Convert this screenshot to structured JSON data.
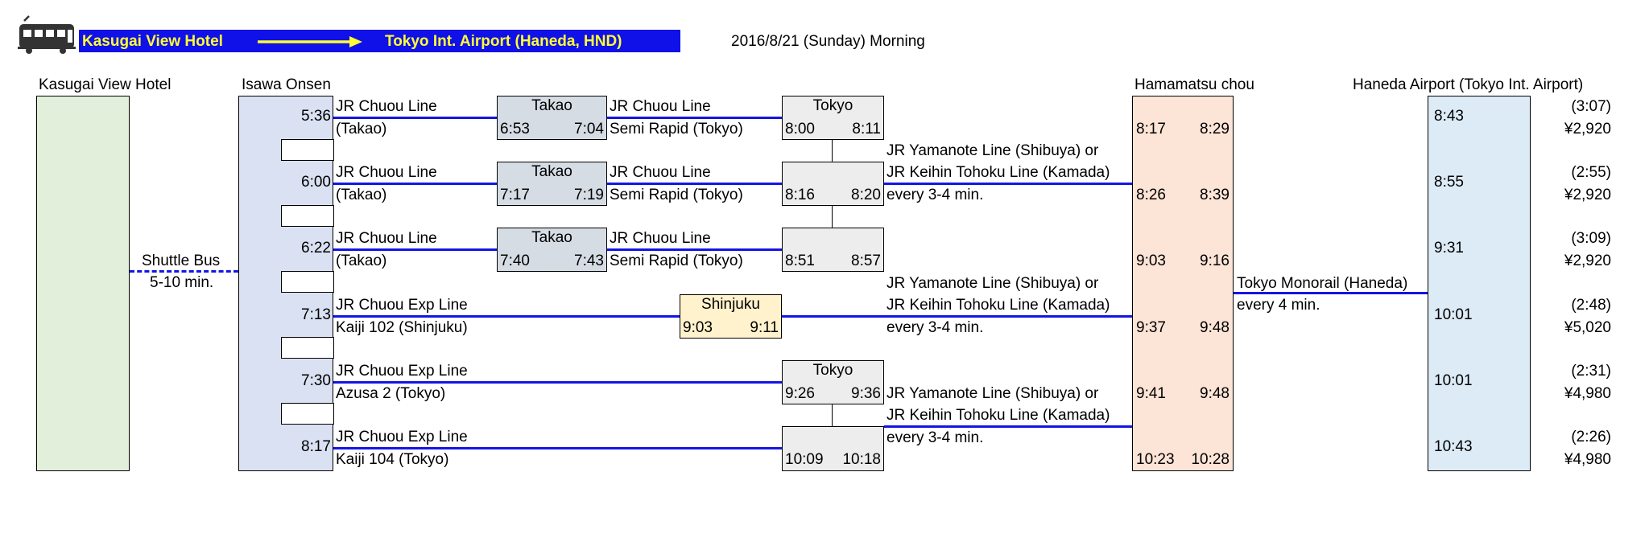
{
  "header": {
    "origin": "Kasugai View Hotel",
    "destination": "Tokyo Int. Airport (Haneda, HND)",
    "date": "2016/8/21 (Sunday) Morning"
  },
  "stations": {
    "hotel": "Kasugai View Hotel",
    "isawa": "Isawa Onsen",
    "hamamatsu": "Hamamatsu chou",
    "haneda": "Haneda Airport (Tokyo Int. Airport)"
  },
  "shuttle": {
    "label": "Shuttle Bus",
    "duration": "5-10 min."
  },
  "routes": [
    {
      "depart": "5:36",
      "leg1_line": "JR Chuou Line",
      "leg1_sub": "(Takao)",
      "transfer": "Takao",
      "transfer_arr": "6:53",
      "transfer_dep": "7:04",
      "leg2_line": "JR Chuou Line",
      "leg2_sub": "Semi Rapid (Tokyo)",
      "tokyo_arr": "8:00",
      "tokyo_dep": "8:11",
      "ham_arr": "8:17",
      "ham_dep": "8:29",
      "haneda_arr": "8:43",
      "duration": "(3:07)",
      "fare": "¥2,920"
    },
    {
      "depart": "6:00",
      "leg1_line": "JR Chuou Line",
      "leg1_sub": "(Takao)",
      "transfer": "Takao",
      "transfer_arr": "7:17",
      "transfer_dep": "7:19",
      "leg2_line": "JR Chuou Line",
      "leg2_sub": "Semi Rapid (Tokyo)",
      "tokyo_arr": "8:16",
      "tokyo_dep": "8:20",
      "ham_arr": "8:26",
      "ham_dep": "8:39",
      "haneda_arr": "8:55",
      "duration": "(2:55)",
      "fare": "¥2,920"
    },
    {
      "depart": "6:22",
      "leg1_line": "JR Chuou Line",
      "leg1_sub": "(Takao)",
      "transfer": "Takao",
      "transfer_arr": "7:40",
      "transfer_dep": "7:43",
      "leg2_line": "JR Chuou Line",
      "leg2_sub": "Semi Rapid (Tokyo)",
      "tokyo_arr": "8:51",
      "tokyo_dep": "8:57",
      "ham_arr": "9:03",
      "ham_dep": "9:16",
      "haneda_arr": "9:31",
      "duration": "(3:09)",
      "fare": "¥2,920"
    },
    {
      "depart": "7:13",
      "leg1_line": "JR Chuou Exp Line",
      "leg1_sub": "Kaiji 102 (Shinjuku)",
      "transfer": "Shinjuku",
      "transfer_arr": "9:03",
      "transfer_dep": "9:11",
      "ham_arr": "9:37",
      "ham_dep": "9:48",
      "haneda_arr": "10:01",
      "duration": "(2:48)",
      "fare": "¥5,020"
    },
    {
      "depart": "7:30",
      "leg1_line": "JR Chuou Exp Line",
      "leg1_sub": "Azusa 2 (Tokyo)",
      "tokyo": "Tokyo",
      "tokyo_arr": "9:26",
      "tokyo_dep": "9:36",
      "ham_arr": "9:41",
      "ham_dep": "9:48",
      "haneda_arr": "10:01",
      "duration": "(2:31)",
      "fare": "¥4,980"
    },
    {
      "depart": "8:17",
      "leg1_line": "JR Chuou Exp Line",
      "leg1_sub": "Kaiji 104 (Tokyo)",
      "tokyo_arr": "10:09",
      "tokyo_dep": "10:18",
      "ham_arr": "10:23",
      "ham_dep": "10:28",
      "haneda_arr": "10:43",
      "duration": "(2:26)",
      "fare": "¥4,980"
    }
  ],
  "tokyo_label_top": "Tokyo",
  "yamanote": [
    {
      "l1": "JR Yamanote Line (Shibuya) or",
      "l2": "JR Keihin Tohoku Line (Kamada)",
      "l3": "every 3-4 min."
    },
    {
      "l1": "JR Yamanote Line (Shibuya) or",
      "l2": "JR Keihin Tohoku Line (Kamada)",
      "l3": "every 3-4 min."
    },
    {
      "l1": "JR Yamanote Line (Shibuya) or",
      "l2": "JR Keihin Tohoku Line (Kamada)",
      "l3": "every 3-4 min."
    }
  ],
  "monorail": {
    "l1": "Tokyo Monorail (Haneda)",
    "l2": "every 4 min."
  },
  "colors": {
    "hotel_fill": "#e2efda",
    "isawa_fill": "#d9e1f2",
    "transfer_fill": "#d6dce4",
    "tokyo_fill": "#ededed",
    "shinjuku_fill": "#fff2cc",
    "hamamatsu_fill": "#fce4d6",
    "haneda_fill": "#ddebf7",
    "line": "#1414e6",
    "title_bg": "#1010e8",
    "title_text": "#ffff33"
  }
}
